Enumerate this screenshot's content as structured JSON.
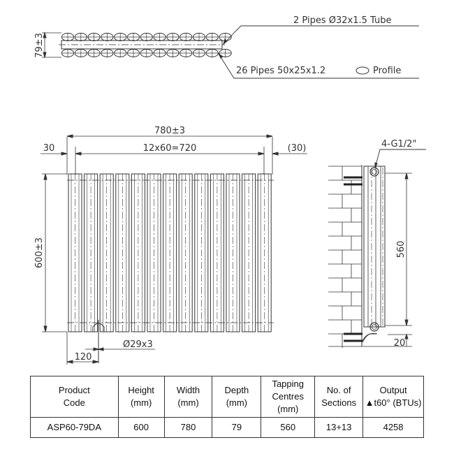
{
  "top_view": {
    "depth_dim": "79±3",
    "tube_label": "2 Pipes Ø32x1.5 Tube",
    "profile_label": "26 Pipes 50x25x1.2",
    "profile_suffix": "Profile",
    "profile_icon": "oval-icon",
    "pipes_per_row": 13
  },
  "front_view": {
    "overall_width": "780±3",
    "left_offset": "30",
    "spacing": "12x60=720",
    "right_offset": "(30)",
    "height_dim": "600±3",
    "pipe_dim": "Ø29x3",
    "bottom_offset": "120",
    "columns": 13
  },
  "side_view": {
    "connection_label": "4-G1/2\"",
    "tapping_centres": "560",
    "floor_gap": "20"
  },
  "spec_table": {
    "headers": [
      [
        "Product",
        "Code"
      ],
      [
        "Height",
        "(mm)"
      ],
      [
        "Width",
        "(mm)"
      ],
      [
        "Depth",
        "(mm)"
      ],
      [
        "Tapping",
        "Centres",
        "(mm)"
      ],
      [
        "No. of",
        "Sections"
      ],
      [
        "Output",
        "▲t60° (BTUs)"
      ]
    ],
    "rows": [
      [
        "ASP60-79DA",
        "600",
        "780",
        "79",
        "560",
        "13+13",
        "4258"
      ]
    ]
  },
  "colors": {
    "line": "#333333",
    "background": "#ffffff"
  }
}
